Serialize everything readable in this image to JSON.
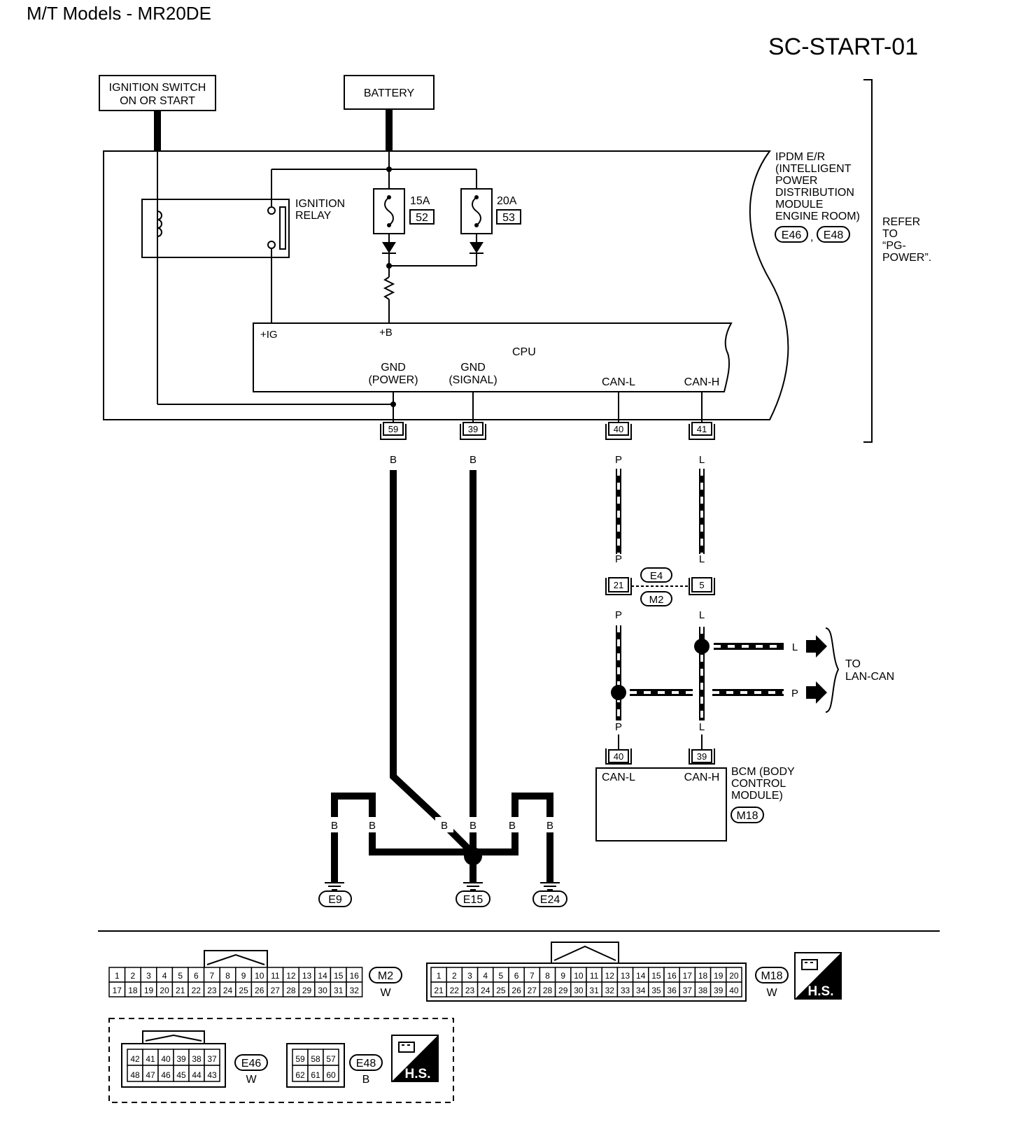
{
  "header": {
    "title": "M/T Models - MR20DE",
    "diagram_code": "SC-START-01"
  },
  "sources": {
    "ignition_line1": "IGNITION SWITCH",
    "ignition_line2": "ON OR START",
    "battery": "BATTERY"
  },
  "ipdm": {
    "name_lines": [
      "IPDM E/R",
      "(INTELLIGENT",
      "POWER",
      "DISTRIBUTION",
      "MODULE",
      "ENGINE ROOM)"
    ],
    "connectors": [
      "E46",
      "E48"
    ],
    "connector_separator": ",",
    "refer_lines": [
      "REFER",
      "TO",
      "“PG-",
      "POWER”."
    ],
    "relay_line1": "IGNITION",
    "relay_line2": "RELAY",
    "fuse1_rating": "15A",
    "fuse1_number": "52",
    "fuse2_rating": "20A",
    "fuse2_number": "53"
  },
  "cpu": {
    "label": "CPU",
    "ig": "+IG",
    "b": "+B",
    "gnd_power_1": "GND",
    "gnd_power_2": "(POWER)",
    "gnd_signal_1": "GND",
    "gnd_signal_2": "(SIGNAL)",
    "can_l": "CAN-L",
    "can_h": "CAN-H"
  },
  "pins": {
    "p59": "59",
    "p39": "39",
    "p40": "40",
    "p41": "41",
    "inline21": "21",
    "inline5": "5",
    "bcm40": "40",
    "bcm39": "39"
  },
  "wire_colors": {
    "B": "B",
    "P": "P",
    "L": "L"
  },
  "inline_connector": {
    "top": "E4",
    "bottom": "M2"
  },
  "lan_can": {
    "line1": "TO",
    "line2": "LAN-CAN"
  },
  "bcm": {
    "name_lines": [
      "BCM (BODY",
      "CONTROL",
      "MODULE)"
    ],
    "connector": "M18",
    "can_l": "CAN-L",
    "can_h": "CAN-H"
  },
  "grounds": [
    "E9",
    "E15",
    "E24"
  ],
  "connector_views": {
    "m2": {
      "id": "M2",
      "color": "W",
      "row1": [
        "1",
        "2",
        "3",
        "4",
        "5",
        "6",
        "7",
        "8",
        "9",
        "10",
        "11",
        "12",
        "13",
        "14",
        "15",
        "16"
      ],
      "row2": [
        "17",
        "18",
        "19",
        "20",
        "21",
        "22",
        "23",
        "24",
        "25",
        "26",
        "27",
        "28",
        "29",
        "30",
        "31",
        "32"
      ]
    },
    "m18": {
      "id": "M18",
      "color": "W",
      "row1": [
        "1",
        "2",
        "3",
        "4",
        "5",
        "6",
        "7",
        "8",
        "9",
        "10",
        "11",
        "12",
        "13",
        "14",
        "15",
        "16",
        "17",
        "18",
        "19",
        "20"
      ],
      "row2": [
        "21",
        "22",
        "23",
        "24",
        "25",
        "26",
        "27",
        "28",
        "29",
        "30",
        "31",
        "32",
        "33",
        "34",
        "35",
        "36",
        "37",
        "38",
        "39",
        "40"
      ]
    },
    "e46": {
      "id": "E46",
      "color": "W",
      "row1": [
        "42",
        "41",
        "40",
        "39",
        "38",
        "37"
      ],
      "row2": [
        "48",
        "47",
        "46",
        "45",
        "44",
        "43"
      ]
    },
    "e48": {
      "id": "E48",
      "color": "B",
      "row1": [
        "59",
        "58",
        "57"
      ],
      "row2": [
        "62",
        "61",
        "60"
      ]
    },
    "hs_label": "H.S."
  }
}
